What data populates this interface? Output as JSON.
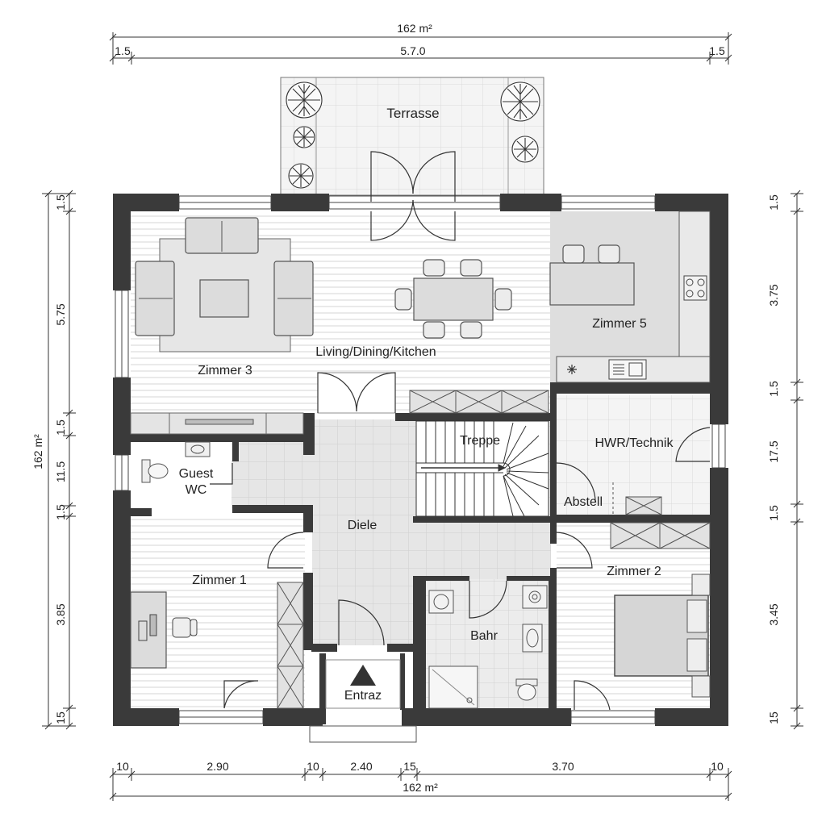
{
  "plan": {
    "area_top": "162 m²",
    "area_bottom": "162 m²",
    "area_left": "162 m²",
    "rooms": {
      "terrace": "Terrasse",
      "living": "Living/Dining/Kitchen",
      "zimmer3": "Zimmer 3",
      "zimmer5": "Zimmer 5",
      "guest_wc_line1": "Guest",
      "guest_wc_line2": "WC",
      "treppe": "Treppe",
      "hwr": "HWR/Technik",
      "abstell": "Abstell",
      "diele": "Diele",
      "zimmer1": "Zimmer 1",
      "zimmer2": "Zimmer 2",
      "bahr": "Bahr",
      "entrance": "Entraz"
    },
    "dims_top": [
      "1.5",
      "5.7.0",
      "1.5"
    ],
    "dims_left": [
      "1.5",
      "5.75",
      "1.5",
      "11.5",
      "1.5",
      "3.85",
      "15"
    ],
    "dims_right": [
      "1.5",
      "3.75",
      "1.5",
      "17.5",
      "1.5",
      "3.45",
      "15"
    ],
    "dims_bottom": [
      "10",
      "2.90",
      "10",
      "2.40",
      "15",
      "3.70",
      "10"
    ]
  }
}
